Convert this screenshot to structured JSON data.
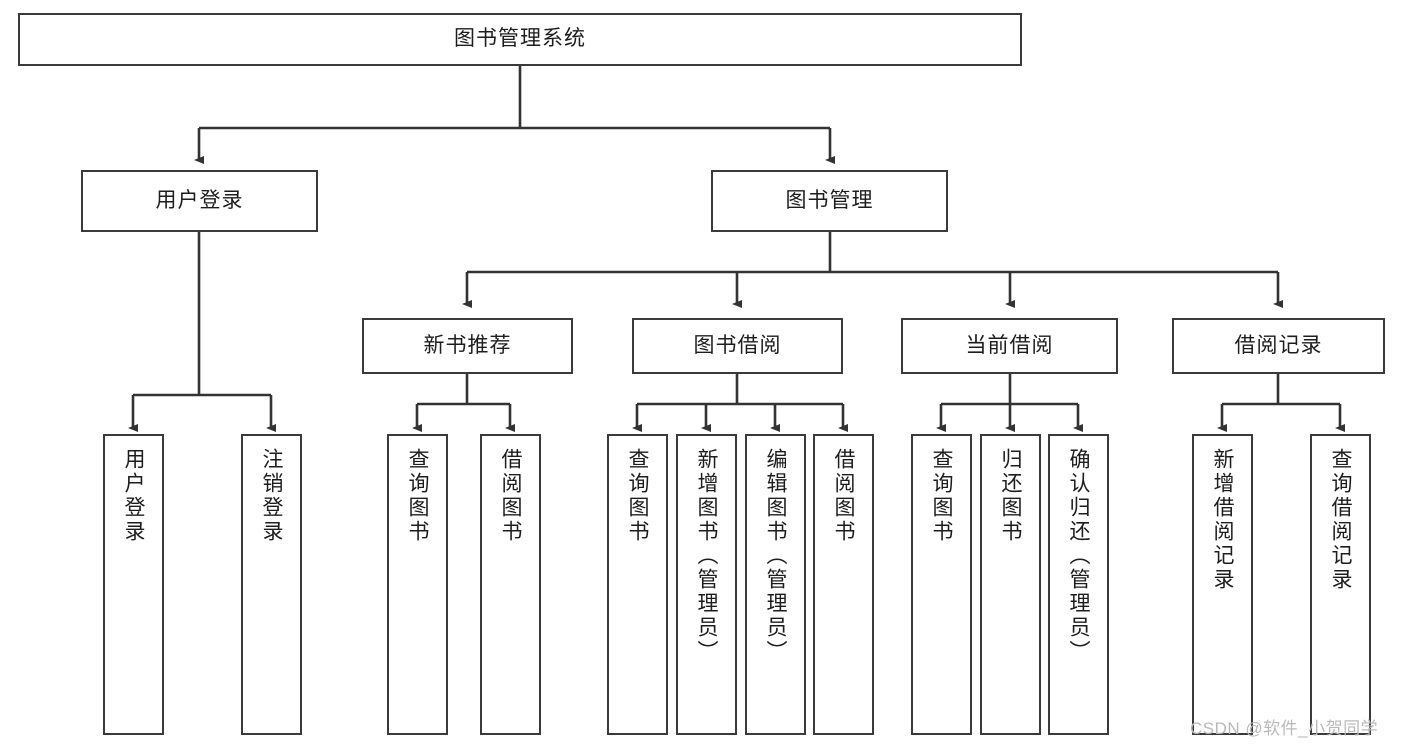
{
  "diagram": {
    "title": "图书管理系统",
    "type": "tree-hierarchy-chart",
    "watermark": "CSDN @软件_小贺同学",
    "colors": {
      "box_border": "#3a3a3a",
      "box_fill": "#ffffff",
      "edge": "#333333",
      "text": "#1d1d1d",
      "watermark": "#b9b9b9",
      "background": "#ffffff"
    },
    "levels": {
      "level1": [
        {
          "id": "root",
          "label": "图书管理系统"
        }
      ],
      "level2": [
        {
          "id": "user-login",
          "label": "用户登录"
        },
        {
          "id": "book-manage",
          "label": "图书管理"
        }
      ],
      "level3": [
        {
          "id": "new-book-rec",
          "label": "新书推荐"
        },
        {
          "id": "book-borrow",
          "label": "图书借阅"
        },
        {
          "id": "current-borrow",
          "label": "当前借阅"
        },
        {
          "id": "borrow-record",
          "label": "借阅记录"
        }
      ],
      "level4": [
        {
          "id": "leaf-user-login",
          "label": "用户登录",
          "parent": "user-login"
        },
        {
          "id": "leaf-user-logout",
          "label": "注销登录",
          "parent": "user-login"
        },
        {
          "id": "leaf-query-book-1",
          "label": "查询图书",
          "parent": "new-book-rec"
        },
        {
          "id": "leaf-borrow-book-1",
          "label": "借阅图书",
          "parent": "new-book-rec"
        },
        {
          "id": "leaf-query-book-2",
          "label": "查询图书",
          "parent": "book-borrow"
        },
        {
          "id": "leaf-add-book",
          "label": "新增图书（管理员）",
          "parent": "book-borrow"
        },
        {
          "id": "leaf-edit-book",
          "label": "编辑图书（管理员）",
          "parent": "book-borrow"
        },
        {
          "id": "leaf-borrow-book-2",
          "label": "借阅图书",
          "parent": "book-borrow"
        },
        {
          "id": "leaf-query-book-3",
          "label": "查询图书",
          "parent": "current-borrow"
        },
        {
          "id": "leaf-return-book",
          "label": "归还图书",
          "parent": "current-borrow"
        },
        {
          "id": "leaf-confirm-return",
          "label": "确认归还（管理员）",
          "parent": "current-borrow"
        },
        {
          "id": "leaf-add-record",
          "label": "新增借阅记录",
          "parent": "borrow-record"
        },
        {
          "id": "leaf-query-record",
          "label": "查询借阅记录",
          "parent": "borrow-record"
        }
      ]
    }
  }
}
